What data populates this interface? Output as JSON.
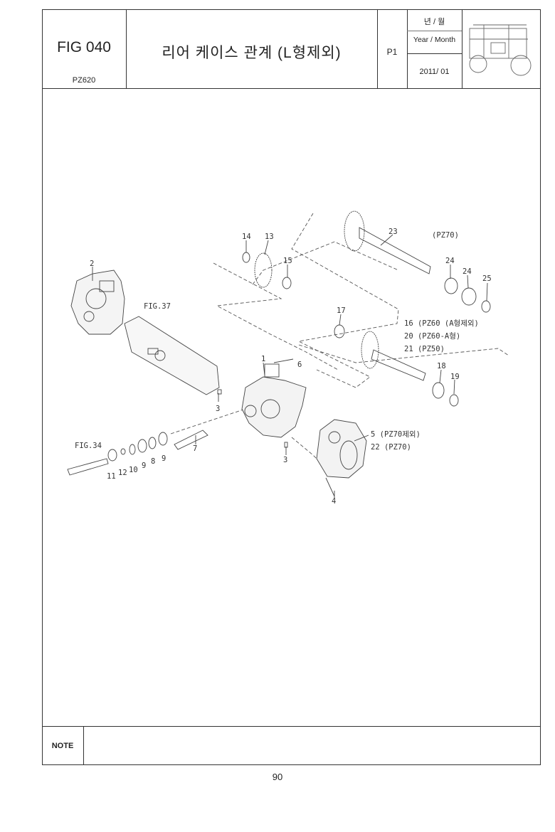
{
  "header": {
    "fig_label": "FIG 040",
    "model": "PZ620",
    "title": "리어 케이스 관계 (L형제외)",
    "page_code": "P1",
    "year_month_ko": "년 / 월",
    "year_month_en": "Year / Month",
    "date": "2011/ 01"
  },
  "diagram": {
    "callouts": [
      "1",
      "2",
      "3",
      "3",
      "4",
      "5 (PZ70제외)",
      "6",
      "7",
      "8",
      "9",
      "9",
      "10",
      "11",
      "12",
      "13",
      "14",
      "15",
      "16 (PZ60 (A형제외)",
      "17",
      "18",
      "19",
      "20 (PZ60-A형)",
      "21 (PZ50)",
      "22 (PZ70)",
      "23",
      "(PZ70)",
      "24",
      "24",
      "25"
    ],
    "references": [
      "FIG.37",
      "FIG.34"
    ]
  },
  "footer": {
    "note_label": "NOTE",
    "page_number": "90"
  }
}
